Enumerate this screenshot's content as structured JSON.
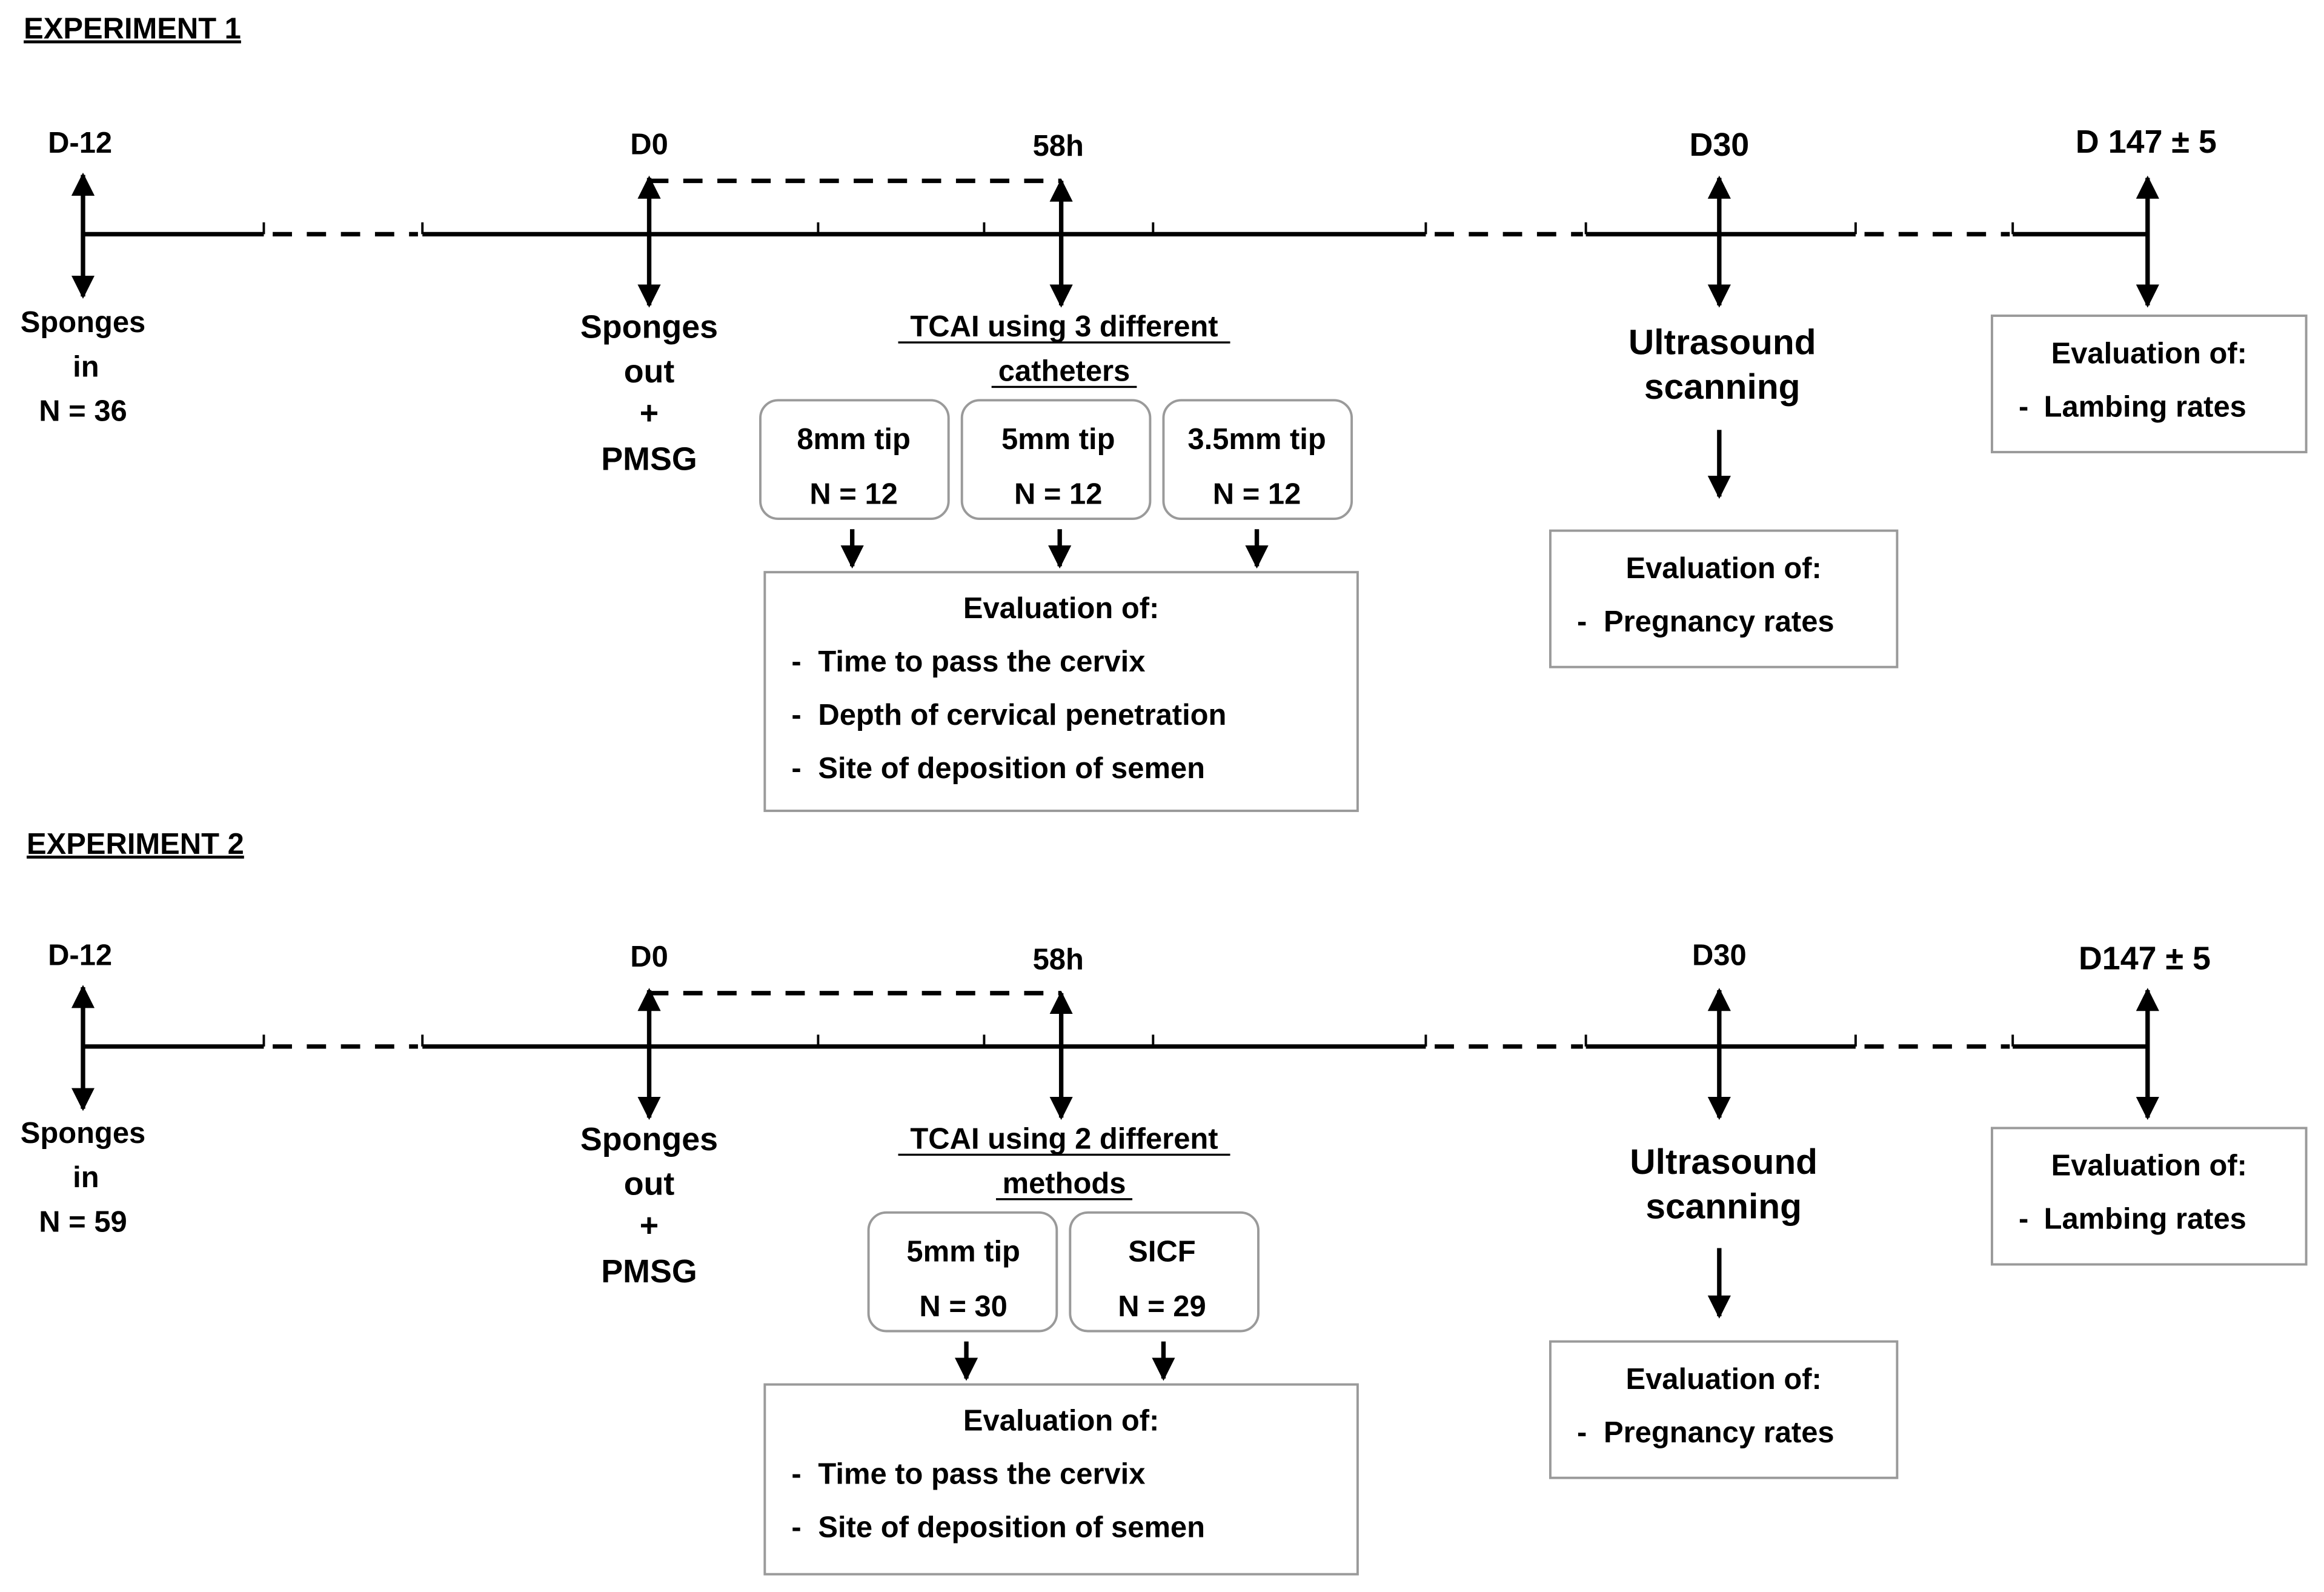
{
  "experiment1": {
    "title": "EXPERIMENT 1",
    "timeline": {
      "d_minus_12": "D-12",
      "d0": "D0",
      "h58": "58h",
      "d30": "D30",
      "d147": "D 147 ± 5"
    },
    "sponges_in": [
      "Sponges",
      "in",
      "N = 36"
    ],
    "sponges_out": [
      "Sponges",
      "out",
      "+",
      "PMSG"
    ],
    "tcai": [
      "TCAI using 3 different",
      "catheters"
    ],
    "groups": [
      {
        "label": "8mm tip",
        "n": "N = 12"
      },
      {
        "label": "5mm tip",
        "n": "N = 12"
      },
      {
        "label": "3.5mm tip",
        "n": "N = 12"
      }
    ],
    "evaluation": {
      "heading": "Evaluation of:",
      "items": [
        "Time to pass the cervix",
        "Depth of cervical penetration",
        "Site of deposition of  semen"
      ]
    },
    "ultrasound": [
      "Ultrasound",
      "scanning"
    ],
    "pregnancy_eval": {
      "heading": "Evaluation of:",
      "item": "Pregnancy rates"
    },
    "lambing_eval": {
      "heading": "Evaluation of:",
      "item": "Lambing rates"
    }
  },
  "experiment2": {
    "title": "EXPERIMENT 2",
    "timeline": {
      "d_minus_12": "D-12",
      "d0": "D0",
      "h58": "58h",
      "d30": "D30",
      "d147": "D147 ± 5"
    },
    "sponges_in": [
      "Sponges",
      "in",
      "N = 59"
    ],
    "sponges_out": [
      "Sponges",
      "out",
      "+",
      "PMSG"
    ],
    "tcai": [
      "TCAI using 2 different",
      "methods"
    ],
    "groups": [
      {
        "label": "5mm tip",
        "n": "N = 30"
      },
      {
        "label": "SICF",
        "n": "N = 29"
      }
    ],
    "evaluation": {
      "heading": "Evaluation of:",
      "items": [
        "Time to pass the cervix",
        "Site of deposition of  semen"
      ]
    },
    "ultrasound": [
      "Ultrasound",
      "scanning"
    ],
    "pregnancy_eval": {
      "heading": "Evaluation of:",
      "item": "Pregnancy rates"
    },
    "lambing_eval": {
      "heading": "Evaluation of:",
      "item": "Lambing rates"
    }
  },
  "bullet_dash": "-"
}
